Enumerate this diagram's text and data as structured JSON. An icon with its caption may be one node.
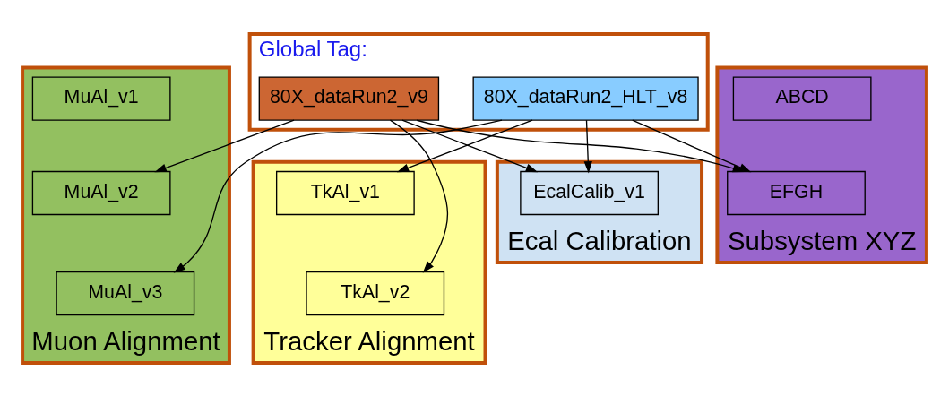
{
  "diagram": {
    "nodes": [
      {
        "text": [
          "Global Tag:"
        ]
      },
      {
        "text": [
          "80X_dataRun2_v9"
        ],
        "in": 0
      },
      {
        "text": [
          "80X_dataRun2_HLT_v8"
        ],
        "in": 0
      },
      {
        "text": [
          "Tracker Alignment"
        ]
      },
      {
        "text": [
          "TkAl_v1"
        ],
        "in": 3
      },
      {
        "text": [
          "TkAl_v2"
        ],
        "in": 3
      },
      {
        "text": [
          "Muon Alignment"
        ]
      },
      {
        "text": [
          "MuAl_v1"
        ],
        "in": 6
      },
      {
        "text": [
          "MuAl_v2"
        ],
        "in": 6
      },
      {
        "text": [
          "MuAl_v3"
        ],
        "in": 6
      },
      {
        "text": [
          "Ecal Calibration"
        ]
      },
      {
        "text": [
          "EcalCalib_v1"
        ],
        "in": 10
      },
      {
        "text": [
          "Subsystem XYZ"
        ]
      },
      {
        "text": [
          "ABCD"
        ],
        "in": 12
      },
      {
        "text": [
          "EFGH"
        ],
        "in": 12
      }
    ],
    "edges": [
      {
        "from": 1,
        "to": 5,
        "arrow": "to"
      },
      {
        "from": 1,
        "to": 8,
        "arrow": "to"
      },
      {
        "from": 1,
        "to": 11,
        "arrow": "to"
      },
      {
        "from": 1,
        "to": 14,
        "arrow": "to"
      },
      {
        "from": 2,
        "to": 4,
        "arrow": "to"
      },
      {
        "from": 2,
        "to": 9,
        "arrow": "to"
      },
      {
        "from": 2,
        "to": 11,
        "arrow": "to"
      },
      {
        "from": 2,
        "to": 14,
        "arrow": "to"
      }
    ]
  }
}
